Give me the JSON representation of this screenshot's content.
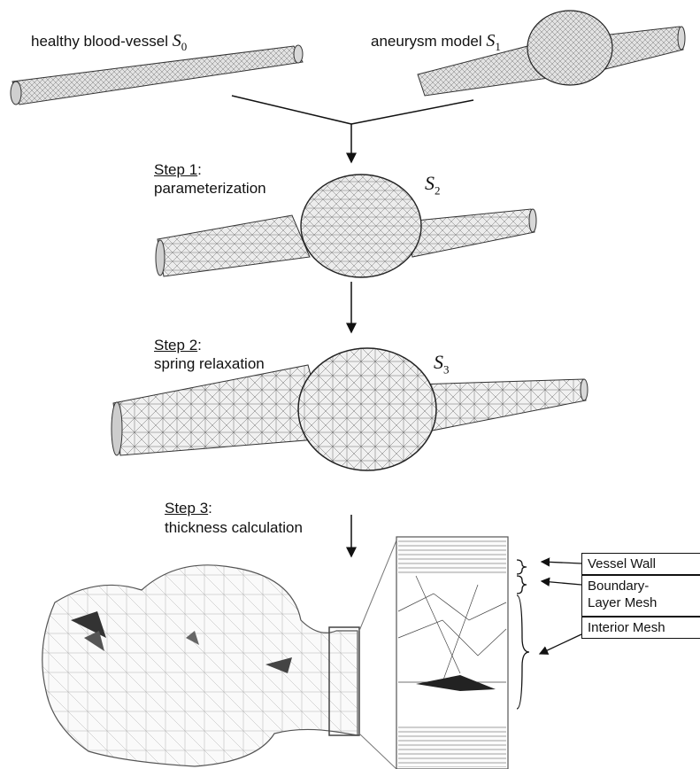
{
  "top": {
    "healthy_label": "healthy blood-vessel",
    "healthy_symbol": "S",
    "healthy_sub": "0",
    "aneurysm_label": "aneurysm model",
    "aneurysm_symbol": "S",
    "aneurysm_sub": "1"
  },
  "steps": [
    {
      "title": "Step 1",
      "desc": "parameterization",
      "symbol": "S",
      "sub": "2"
    },
    {
      "title": "Step 2",
      "desc": "spring relaxation",
      "symbol": "S",
      "sub": "3"
    },
    {
      "title": "Step 3",
      "desc": "thickness calculation"
    }
  ],
  "legend": {
    "vessel_wall": "Vessel Wall",
    "boundary_line1": "Boundary-",
    "boundary_line2": "Layer Mesh",
    "interior": "Interior Mesh"
  },
  "colors": {
    "ink": "#111111",
    "mesh": "#9a9a9a",
    "mesh_dark": "#555555"
  }
}
